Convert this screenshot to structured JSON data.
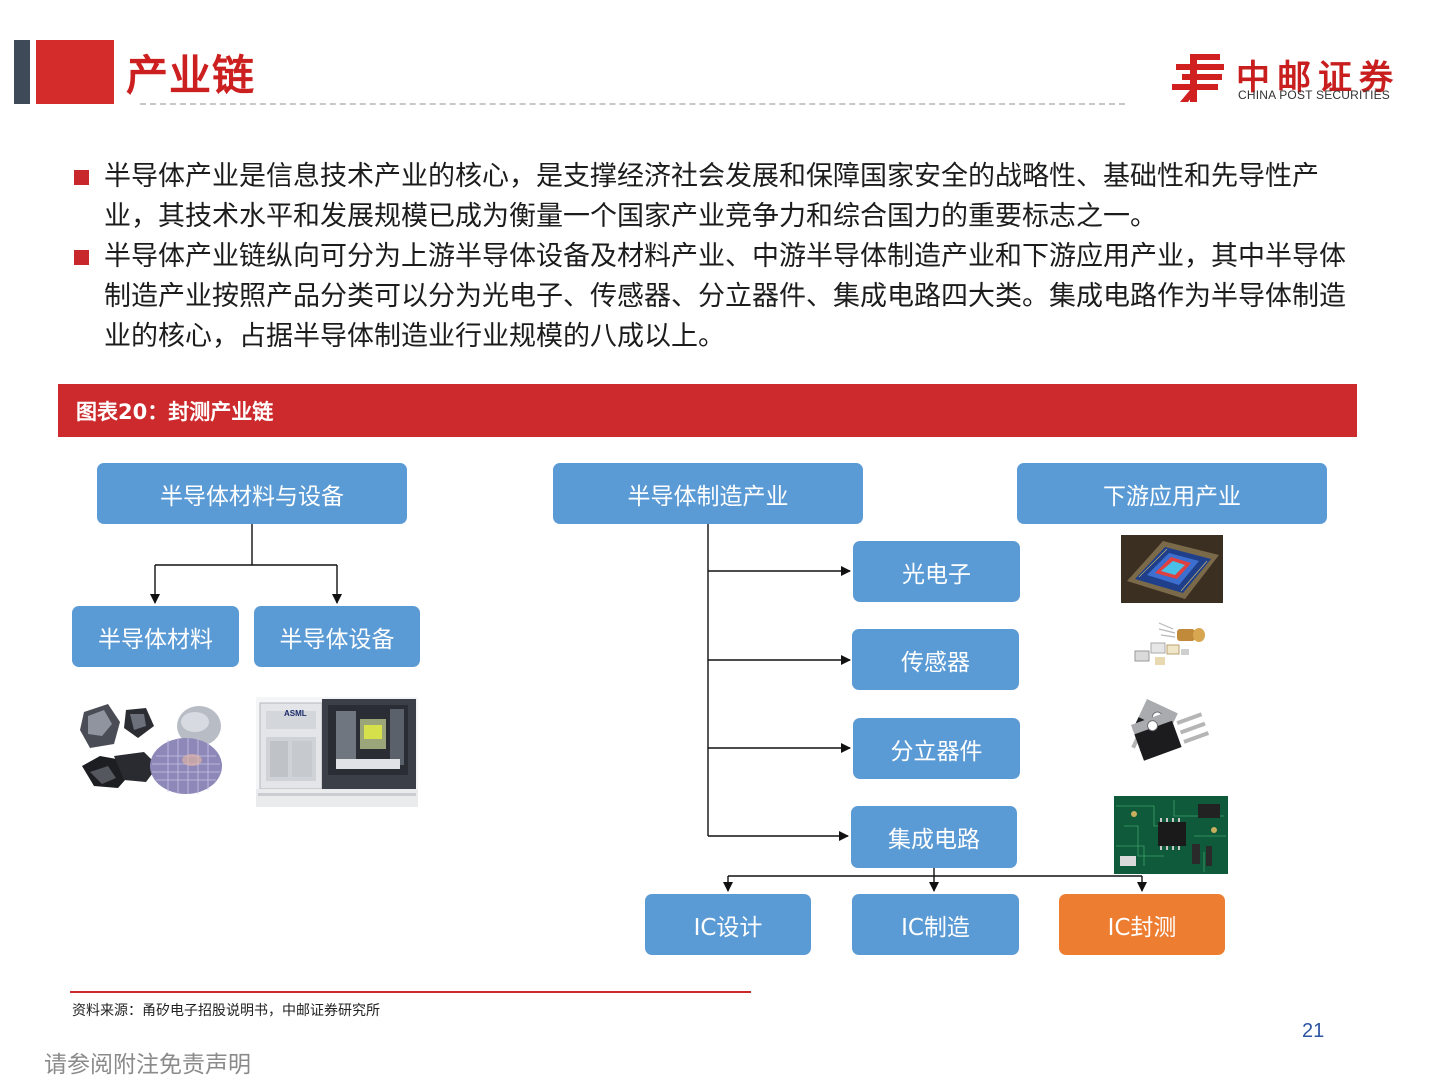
{
  "header": {
    "title": "产业链",
    "logo_cn": "中邮证券",
    "logo_en": "CHINA POST SECURITIES"
  },
  "bullets": [
    "半导体产业是信息技术产业的核心，是支撑经济社会发展和保障国家安全的战略性、基础性和先导性产业，其技术水平和发展规模已成为衡量一个国家产业竞争力和综合国力的重要标志之一。",
    "半导体产业链纵向可分为上游半导体设备及材料产业、中游半导体制造产业和下游应用产业，其中半导体制造产业按照产品分类可以分为光电子、传感器、分立器件、集成电路四大类。集成电路作为半导体制造业的核心，占据半导体制造业行业规模的八成以上。"
  ],
  "figure": {
    "title": "图表20：封测产业链",
    "top_boxes": {
      "materials_equipment": "半导体材料与设备",
      "manufacturing": "半导体制造产业",
      "downstream": "下游应用产业"
    },
    "upstream": {
      "materials": "半导体材料",
      "equipment": "半导体设备",
      "equipment_brand": "ASML"
    },
    "products": [
      "光电子",
      "传感器",
      "分立器件",
      "集成电路"
    ],
    "ic_chain": {
      "design": "IC设计",
      "fab": "IC制造",
      "packaging_test": "IC封测"
    },
    "colors": {
      "box": "#5b9bd5",
      "highlight": "#ed7d31",
      "band": "#cc2a2d"
    }
  },
  "footer": {
    "source": "资料来源：甬矽电子招股说明书，中邮证券研究所",
    "page": "21",
    "disclaimer": "请参阅附注免责声明"
  }
}
